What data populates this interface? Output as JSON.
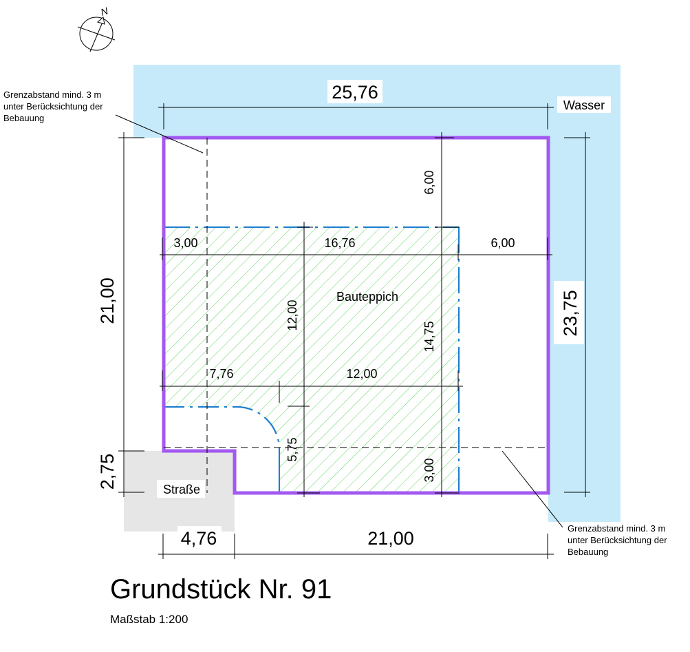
{
  "drawing": {
    "title": "Grundstück Nr. 91",
    "scale": "Maßstab 1:200",
    "north_label": "N",
    "labels": {
      "water": "Wasser",
      "street": "Straße",
      "building_area": "Bauteppich",
      "note_top_left": [
        "Grenzabstand mind. 3 m",
        "unter Berücksichtung der",
        "Bebauung"
      ],
      "note_bottom_right": [
        "Grenzabstand mind. 3 m",
        "unter Berücksichtung der",
        "Bebauung"
      ]
    },
    "dimensions": {
      "top_total": "25,76",
      "left_plot": "21,00",
      "left_street": "2,75",
      "right_total": "23,75",
      "bottom_street": "4,76",
      "bottom_plot": "21,00",
      "row_a_left": "3,00",
      "row_a_mid": "16,76",
      "row_a_right": "6,00",
      "top_setback": "6,00",
      "inner_height_left": "12,00",
      "inner_height_right": "14,75",
      "row_b_left": "7,76",
      "row_b_right": "12,00",
      "lower_left": "5,75",
      "bottom_setback": "3,00"
    },
    "colors": {
      "water": "#c6eafa",
      "plot_border": "#a259f0",
      "building_hatch": "#5fd35f",
      "building_border": "#1f7fd0",
      "street": "#e6e6e6"
    }
  }
}
